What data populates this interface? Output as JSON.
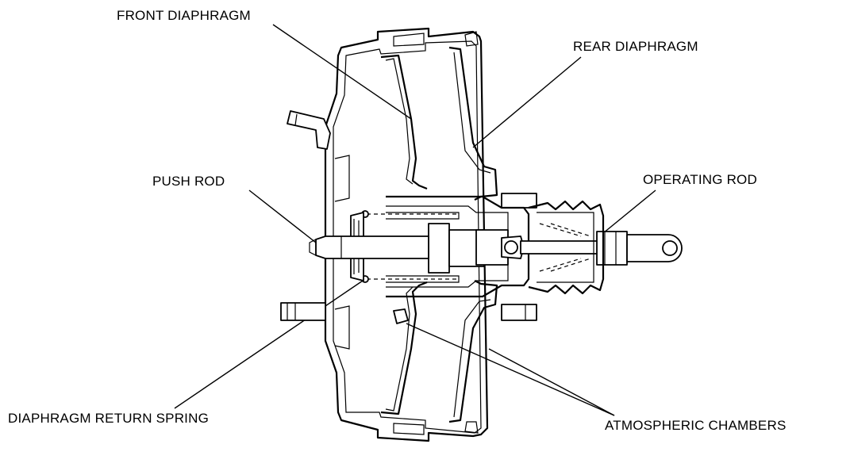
{
  "labels": {
    "front_diaphragm": "FRONT DIAPHRAGM",
    "rear_diaphragm": "REAR DIAPHRAGM",
    "push_rod": "PUSH ROD",
    "operating_rod": "OPERATING ROD",
    "diaphragm_return_spring": "DIAPHRAGM RETURN SPRING",
    "atmospheric_chambers": "ATMOSPHERIC CHAMBERS"
  }
}
